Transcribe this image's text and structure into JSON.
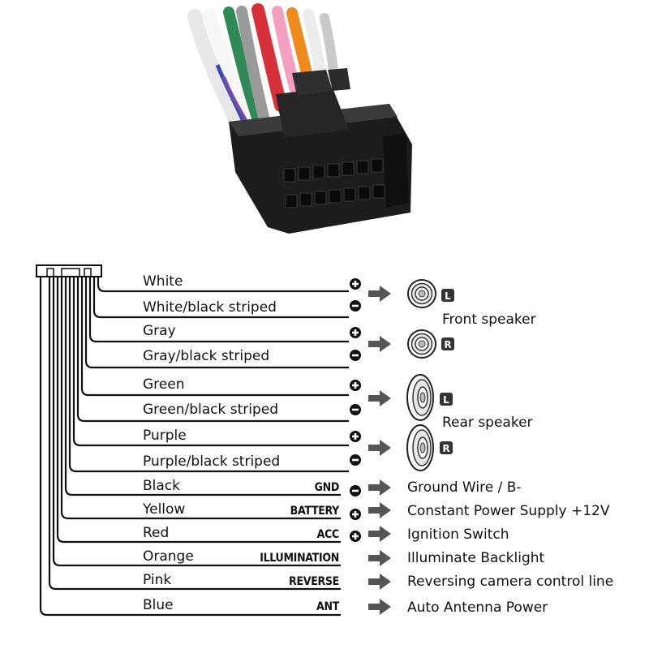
{
  "wires": [
    {
      "label": "White",
      "func": "",
      "dest": ""
    },
    {
      "label": "White/black striped",
      "func": "",
      "dest": ""
    },
    {
      "label": "Gray",
      "func": "",
      "dest": ""
    },
    {
      "label": "Gray/black striped",
      "func": "",
      "dest": ""
    },
    {
      "label": "Green",
      "func": "",
      "dest": ""
    },
    {
      "label": "Green/black striped",
      "func": "",
      "dest": ""
    },
    {
      "label": "Purple",
      "func": "",
      "dest": ""
    },
    {
      "label": "Purple/black striped",
      "func": "",
      "dest": ""
    },
    {
      "label": "Black",
      "func": "GND",
      "dest": "Ground Wire / B-"
    },
    {
      "label": "Yellow",
      "func": "BATTERY",
      "dest": "Constant Power Supply +12V"
    },
    {
      "label": "Red",
      "func": "ACC",
      "dest": "Ignition Switch"
    },
    {
      "label": "Orange",
      "func": "ILLUMINATION",
      "dest": "Illuminate Backlight"
    },
    {
      "label": "Pink",
      "func": "REVERSE",
      "dest": "Reversing camera control line"
    },
    {
      "label": "Blue",
      "func": "ANT",
      "dest": "Auto  Antenna Power"
    }
  ],
  "groups": {
    "front_speaker": "Front speaker",
    "rear_speaker": "Rear speaker"
  },
  "channel_badges": [
    "L",
    "R",
    "L",
    "R"
  ],
  "polarity": {
    "plus": "+",
    "minus": "−"
  },
  "colors": {
    "line": "#111111",
    "arrow": "#555555",
    "connector": "#1c1c1c",
    "wire_white": "#f2f2f2",
    "wire_gray": "#9a9a9a",
    "wire_green": "#2e8b57",
    "wire_red": "#d8303a",
    "wire_orange": "#f08a1c",
    "wire_pink": "#f3a0c0",
    "wire_purple": "#7a4aa8"
  },
  "icons": [
    "wire-harness-connector-image",
    "speaker-icon",
    "arrow-right-icon",
    "plus-circle-icon",
    "minus-circle-icon"
  ]
}
